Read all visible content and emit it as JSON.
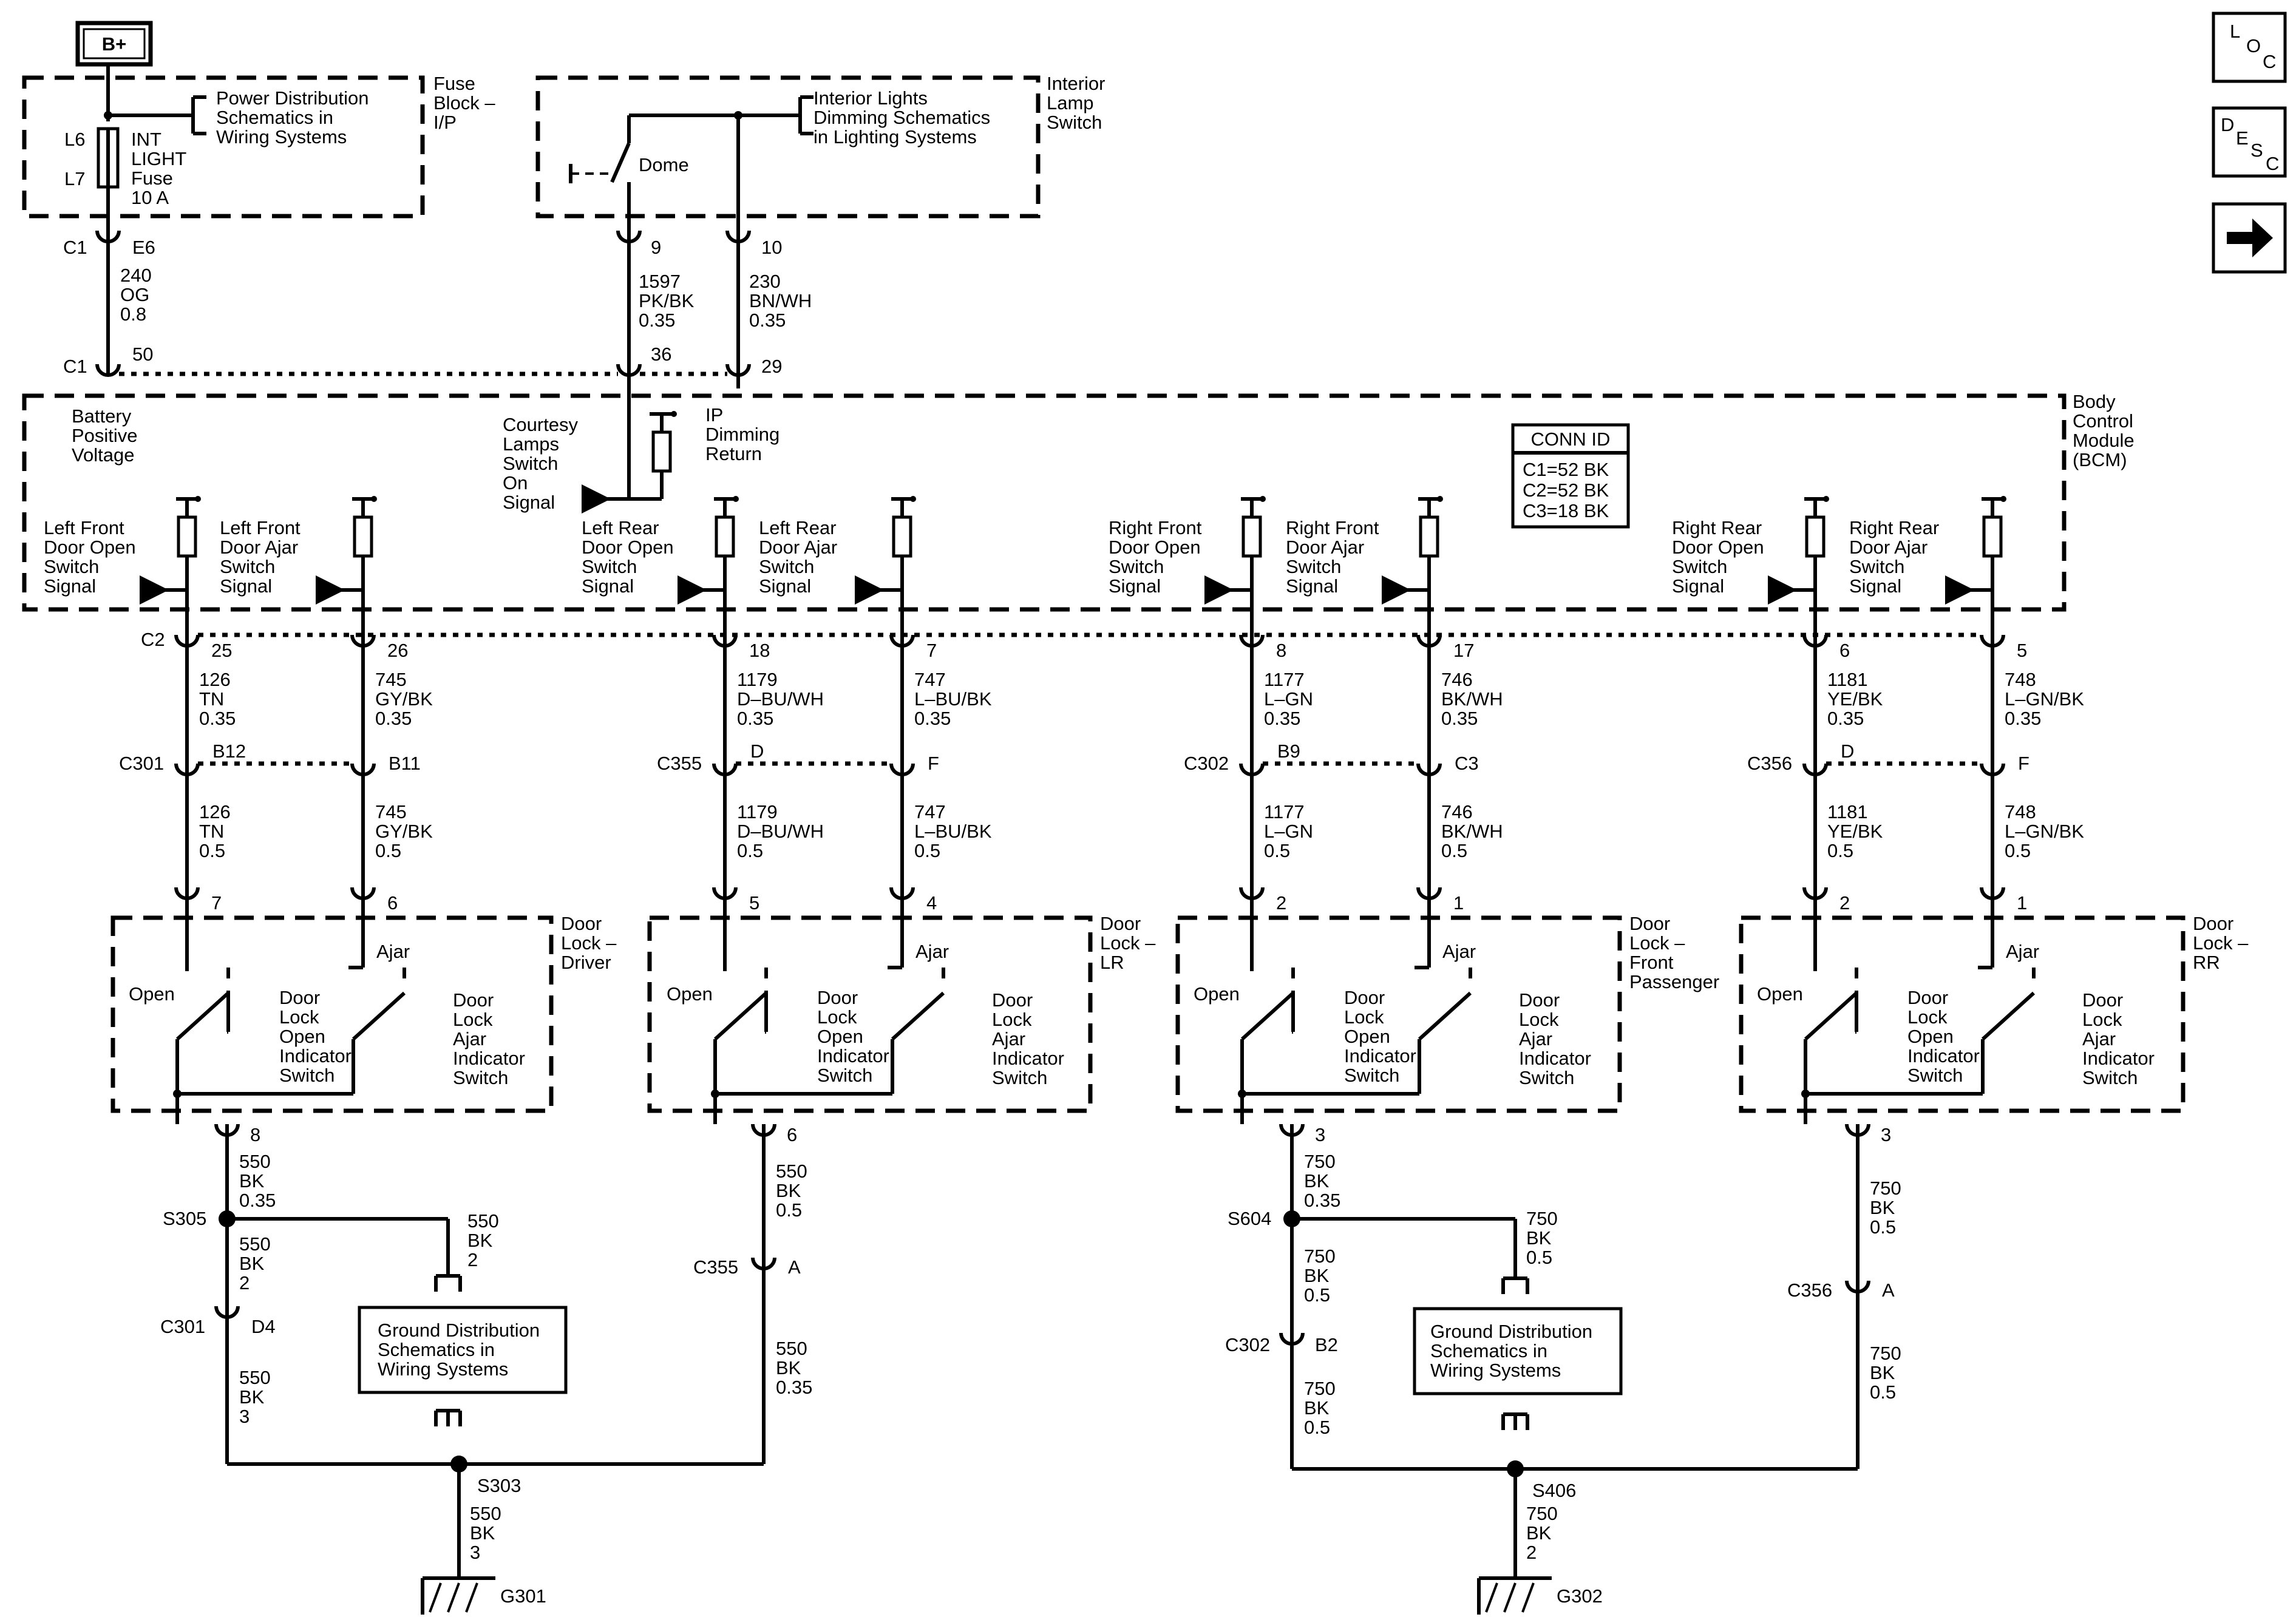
{
  "power": {
    "b_plus": "B+"
  },
  "nav": {
    "loc": [
      "L",
      "O",
      "C"
    ],
    "desc": [
      "D",
      "E",
      "S",
      "C"
    ],
    "next": "→"
  },
  "fuse_block": {
    "title_lines": [
      "Fuse",
      "Block –",
      "I/P"
    ],
    "pds_lines": [
      "Power Distribution",
      "Schematics in",
      "Wiring Systems"
    ],
    "fuse_l6": "L6",
    "fuse_l7": "L7",
    "fuse_lines": [
      "INT",
      "LIGHT",
      "Fuse",
      "10 A"
    ]
  },
  "lamp_switch": {
    "title_lines": [
      "Interior",
      "Lamp",
      "Switch"
    ],
    "dim_lines": [
      "Interior Lights",
      "Dimming Schematics",
      "in Lighting Systems"
    ],
    "dome": "Dome"
  },
  "top_wires": {
    "c1": "C1",
    "e6": "E6",
    "c1b": "C1",
    "p50": "50",
    "w240": [
      "240",
      "OG",
      "0.8"
    ],
    "p9": "9",
    "p10": "10",
    "w1597": [
      "1597",
      "PK/BK",
      "0.35"
    ],
    "w230": [
      "230",
      "BN/WH",
      "0.35"
    ],
    "p36": "36",
    "p29": "29"
  },
  "bcm": {
    "title_lines": [
      "Body",
      "Control",
      "Module",
      "(BCM)"
    ],
    "battery_lines": [
      "Battery",
      "Positive",
      "Voltage"
    ],
    "courtesy_lines": [
      "Courtesy",
      "Lamps",
      "Switch",
      "On",
      "Signal"
    ],
    "ip_lines": [
      "IP",
      "Dimming",
      "Return"
    ],
    "conn_title": "CONN ID",
    "conn_lines": [
      "C1=52 BK",
      "C2=52 BK",
      "C3=18 BK"
    ],
    "c2": "C2",
    "signals": [
      [
        "Left Front",
        "Door Open",
        "Switch",
        "Signal"
      ],
      [
        "Left Front",
        "Door Ajar",
        "Switch",
        "Signal"
      ],
      [
        "Left Rear",
        "Door Open",
        "Switch",
        "Signal"
      ],
      [
        "Left Rear",
        "Door Ajar",
        "Switch",
        "Signal"
      ],
      [
        "Right Front",
        "Door Open",
        "Switch",
        "Signal"
      ],
      [
        "Right Front",
        "Door Ajar",
        "Switch",
        "Signal"
      ],
      [
        "Right Rear",
        "Door Open",
        "Switch",
        "Signal"
      ],
      [
        "Right Rear",
        "Door Ajar",
        "Switch",
        "Signal"
      ]
    ],
    "pins": [
      "25",
      "26",
      "18",
      "7",
      "8",
      "17",
      "6",
      "5"
    ]
  },
  "wires_upper": [
    [
      "126",
      "TN",
      "0.35"
    ],
    [
      "745",
      "GY/BK",
      "0.35"
    ],
    [
      "1179",
      "D–BU/WH",
      "0.35"
    ],
    [
      "747",
      "L–BU/BK",
      "0.35"
    ],
    [
      "1177",
      "L–GN",
      "0.35"
    ],
    [
      "746",
      "BK/WH",
      "0.35"
    ],
    [
      "1181",
      "YE/BK",
      "0.35"
    ],
    [
      "748",
      "L–GN/BK",
      "0.35"
    ]
  ],
  "inline_connectors": [
    {
      "name": "C301",
      "left_pin": "B12",
      "right_pin": "B11"
    },
    {
      "name": "C355",
      "left_pin": "D",
      "right_pin": "F"
    },
    {
      "name": "C302",
      "left_pin": "B9",
      "right_pin": "C3"
    },
    {
      "name": "C356",
      "left_pin": "D",
      "right_pin": "F"
    }
  ],
  "wires_lower": [
    [
      "126",
      "TN",
      "0.5"
    ],
    [
      "745",
      "GY/BK",
      "0.5"
    ],
    [
      "1179",
      "D–BU/WH",
      "0.5"
    ],
    [
      "747",
      "L–BU/BK",
      "0.5"
    ],
    [
      "1177",
      "L–GN",
      "0.5"
    ],
    [
      "746",
      "BK/WH",
      "0.5"
    ],
    [
      "1181",
      "YE/BK",
      "0.5"
    ],
    [
      "748",
      "L–GN/BK",
      "0.5"
    ]
  ],
  "door_pins": [
    "7",
    "6",
    "5",
    "4",
    "2",
    "1",
    "2",
    "1"
  ],
  "door_locks": [
    {
      "title_lines": [
        "Door",
        "Lock –",
        "Driver"
      ],
      "ground_pin": "8"
    },
    {
      "title_lines": [
        "Door",
        "Lock –",
        "LR"
      ],
      "ground_pin": "6"
    },
    {
      "title_lines": [
        "Door",
        "Lock –",
        "Front",
        "Passenger"
      ],
      "ground_pin": "3"
    },
    {
      "title_lines": [
        "Door",
        "Lock –",
        "RR"
      ],
      "ground_pin": "3"
    }
  ],
  "door_common": {
    "open": "Open",
    "ajar": "Ajar",
    "open_switch_lines": [
      "Door",
      "Lock",
      "Open",
      "Indicator",
      "Switch"
    ],
    "ajar_switch_lines": [
      "Door",
      "Lock",
      "Ajar",
      "Indicator",
      "Switch"
    ]
  },
  "ground_left": {
    "w550_a": [
      "550",
      "BK",
      "0.35"
    ],
    "s305": "S305",
    "w550_b": [
      "550",
      "BK",
      "2"
    ],
    "w550_c": [
      "550",
      "BK",
      "2"
    ],
    "c301": "C301",
    "d4": "D4",
    "w550_d": [
      "550",
      "BK",
      "3"
    ],
    "gd_lines": [
      "Ground Distribution",
      "Schematics in",
      "Wiring Systems"
    ],
    "w550_lr": [
      "550",
      "BK",
      "0.5"
    ],
    "c355": "C355",
    "a": "A",
    "w550_e": [
      "550",
      "BK",
      "0.35"
    ],
    "s303": "S303",
    "w550_f": [
      "550",
      "BK",
      "3"
    ],
    "g301": "G301"
  },
  "ground_right": {
    "w750_a": [
      "750",
      "BK",
      "0.35"
    ],
    "s604": "S604",
    "w750_b": [
      "750",
      "BK",
      "0.5"
    ],
    "w750_c": [
      "750",
      "BK",
      "0.5"
    ],
    "c302": "C302",
    "b2": "B2",
    "w750_d": [
      "750",
      "BK",
      "0.5"
    ],
    "gd_lines": [
      "Ground Distribution",
      "Schematics in",
      "Wiring Systems"
    ],
    "w750_rr": [
      "750",
      "BK",
      "0.5"
    ],
    "c356": "C356",
    "a": "A",
    "w750_e": [
      "750",
      "BK",
      "0.5"
    ],
    "s406": "S406",
    "w750_f": [
      "750",
      "BK",
      "2"
    ],
    "g302": "G302"
  }
}
